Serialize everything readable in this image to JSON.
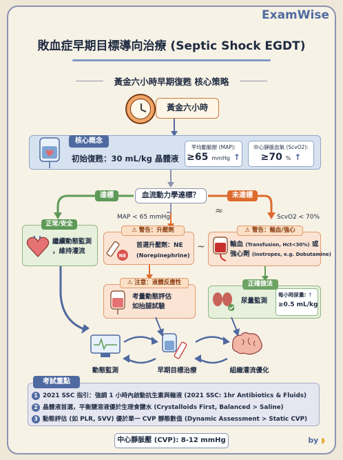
{
  "brand": "ExamWise",
  "title": "敗血症早期目標導向治療 (Septic Shock EGDT)",
  "subtitle": "黃金六小時早期復甦 核心策略",
  "golden_hours": "黃金六小時",
  "core": {
    "tag": "核心概念",
    "text": "初始復甦：30 mL/kg 晶體液",
    "map": {
      "label": "平均動脈壓 (MAP):",
      "value": "≥65",
      "unit": "mmHg"
    },
    "scvo2": {
      "label": "中心靜脈血氧 (ScvO2):",
      "value": "≥70",
      "unit": "%"
    }
  },
  "hemo_question": "血流動力學達標？",
  "branch_met": "達標",
  "branch_unmet": "未達標",
  "cond_map": "MAP < 65 mmHg",
  "cond_scvo2": "ScvO2 < 70%",
  "normal": {
    "tag": "正常/安全",
    "line1": "繼續動態監測",
    "line2": "，維持灌流"
  },
  "vasopressor": {
    "head": "警告：升壓劑",
    "line1": "首選升壓劑：NE",
    "line2": "(Norepinephrine)",
    "ne": "NE"
  },
  "transfusion": {
    "head": "警告：輸血/強心",
    "line1": "輸血",
    "line1_small": "(Transfusion, Hct<30%)",
    "line1_tail": "或",
    "line2": "強心劑",
    "line2_small": "(Inotropes, e.g. Dobutamine)"
  },
  "fluid_resp": {
    "head": "注意：液體反應性",
    "line1": "考量動態評估",
    "line2": "如抬腿試驗"
  },
  "urine": {
    "tag": "正確做法",
    "text": "尿量監測",
    "label": "每小時尿量:",
    "value": "≥0.5 mL/kg"
  },
  "bottom": {
    "monitor": "動態監測",
    "goal": "早期目標治療",
    "perfusion": "組織灌流優化"
  },
  "exam": {
    "tag": "考試重點",
    "items": [
      "2021 SSC 指引：強調 1 小時內啟動抗生素與輸液 (2021 SSC: 1hr Antibiotics & Fluids)",
      "晶體液首選，平衡鹽溶液優於生理食鹽水 (Crystalloids First, Balanced > Saline)",
      "動態評估 (如 PLR, SVV) 優於單一 CVP 靜態數值 (Dynamic Assessment > Static CVP)"
    ]
  },
  "cvp": "中心靜脈壓 (CVP): 8-12 mmHg",
  "by": "by",
  "colors": {
    "navy": "#4f6aa0",
    "green": "#5e9a57",
    "orange": "#dd6a2f",
    "background": "#f7f2e6"
  }
}
